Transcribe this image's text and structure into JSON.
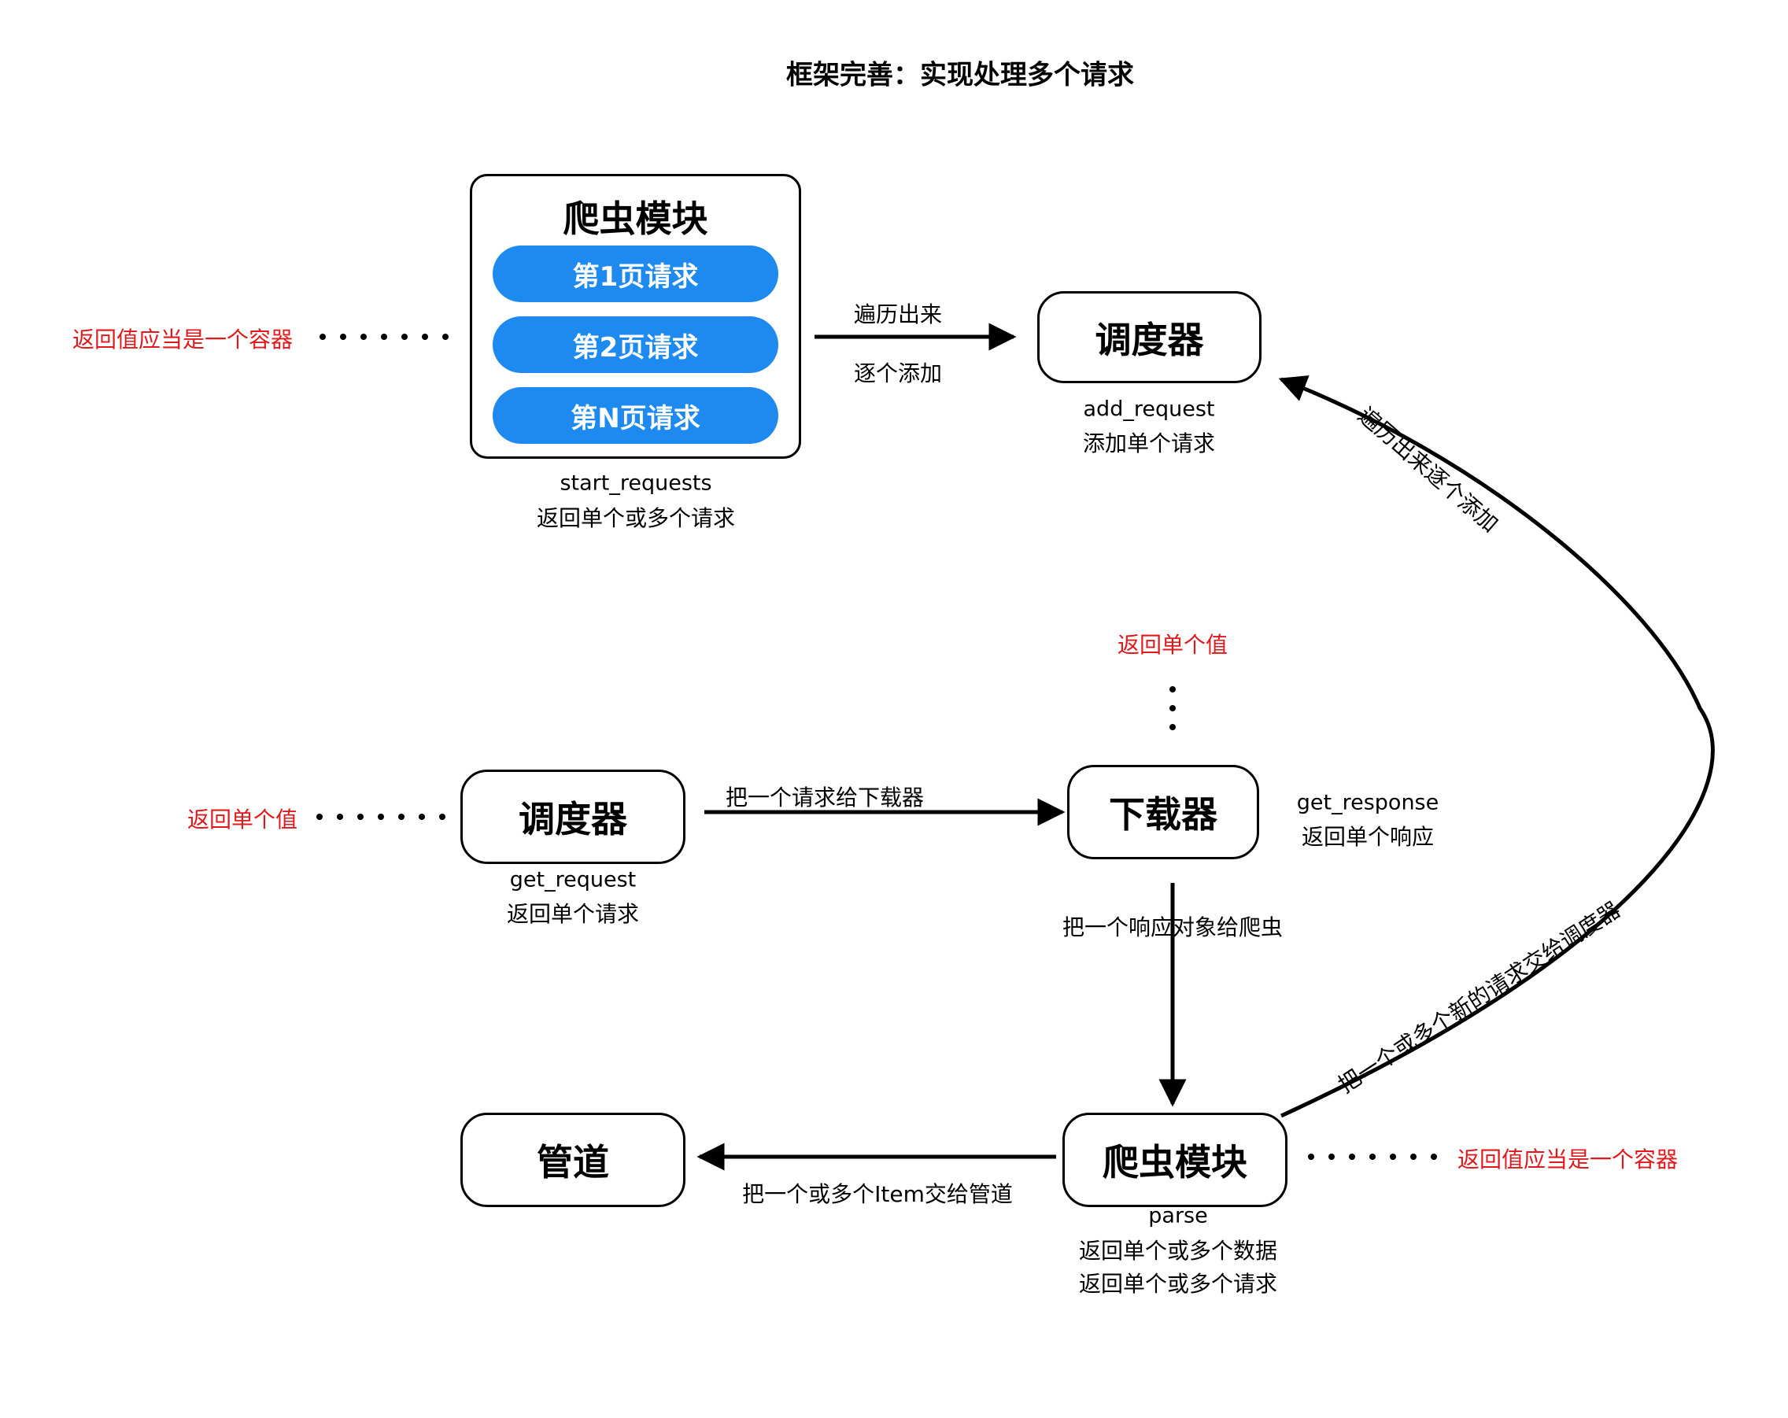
{
  "title": "框架完善：实现处理多个请求",
  "spider_top": {
    "title": "爬虫模块",
    "requests": [
      "第1页请求",
      "第2页请求",
      "第N页请求"
    ],
    "method": "start_requests",
    "desc": "返回单个或多个请求",
    "note": "返回值应当是一个容器"
  },
  "arrow_top": {
    "label_above": "遍历出来",
    "label_below": "逐个添加"
  },
  "scheduler_top": {
    "title": "调度器",
    "method": "add_request",
    "desc": "添加单个请求"
  },
  "curve_upper_label": "遍历出来逐个添加",
  "curve_lower_label": "把一个或多个新的请求交给调度器",
  "downloader_note": "返回单个值",
  "scheduler_mid": {
    "title": "调度器",
    "method": "get_request",
    "desc": "返回单个请求",
    "note": "返回单个值"
  },
  "arrow_mid_label": "把一个请求给下载器",
  "downloader": {
    "title": "下载器",
    "method": "get_response",
    "desc": "返回单个响应"
  },
  "arrow_down_label": "把一个响应对象给爬虫",
  "pipeline": {
    "title": "管道"
  },
  "arrow_pipe_label": "把一个或多个Item交给管道",
  "spider_bottom": {
    "title": "爬虫模块",
    "method": "parse",
    "desc1": "返回单个或多个数据",
    "desc2": "返回单个或多个请求",
    "note": "返回值应当是一个容器"
  },
  "colors": {
    "accent": "#1e8af0",
    "note": "#e0191c",
    "stroke": "#000000"
  }
}
